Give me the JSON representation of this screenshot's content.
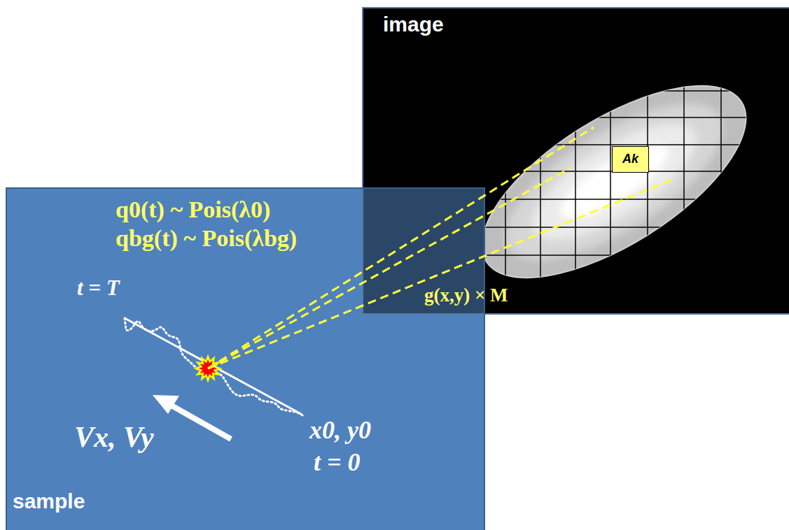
{
  "diagram": {
    "nodes": [
      {
        "text": [
          "image"
        ]
      },
      {
        "text": [
          "Ak"
        ],
        "in": 0
      },
      {
        "text": [
          "sample"
        ]
      }
    ],
    "labels": [
      "q0(t) ~ Pois(λ0)",
      "qbg(t) ~ Pois(λbg)",
      "t = T",
      "Vx, Vy",
      "x0, y0",
      "t = 0",
      "g(x,y) × M"
    ]
  }
}
